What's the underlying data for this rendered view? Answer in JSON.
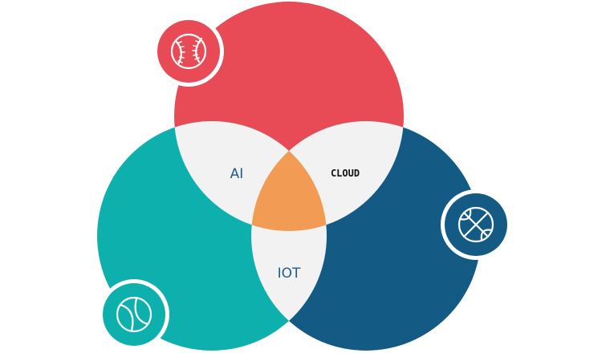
{
  "diagram": {
    "colors": {
      "red": "#e84b55",
      "teal": "#0eb0ad",
      "navy": "#135b85",
      "overlap": "#f2f2f2",
      "center": "#f29b55",
      "label": "#1f5c8a",
      "label_dark": "#111111"
    },
    "labels": {
      "ai": "AI",
      "cloud": "CLOUD",
      "iot": "IOT"
    },
    "icons": {
      "top_left": "baseball-icon",
      "right": "basketball-icon",
      "bottom_left": "tennis-ball-icon"
    }
  }
}
